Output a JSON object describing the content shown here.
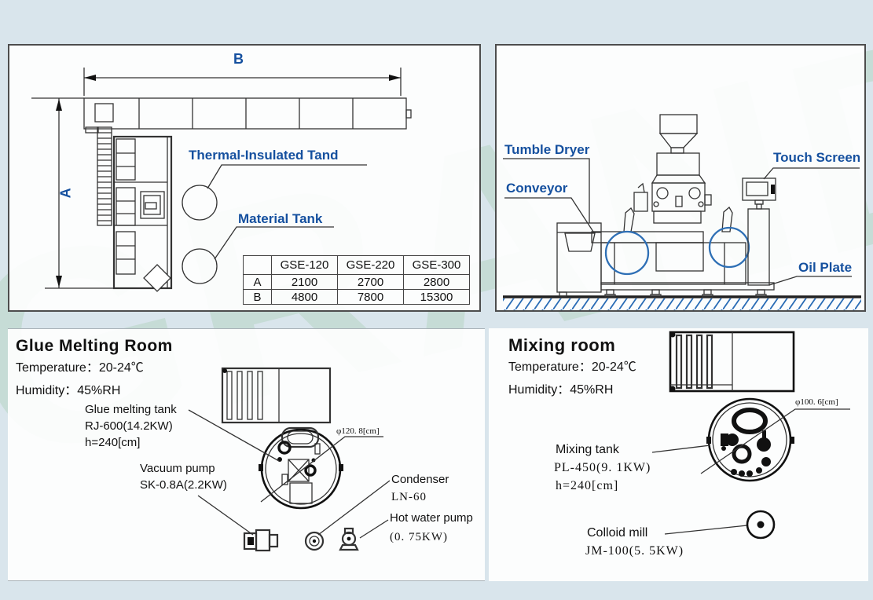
{
  "colors": {
    "bg": "#d9e5ec",
    "panel-border": "#4d4d4d",
    "line": "#333333",
    "accent": "#15509f",
    "hatch": "#2a6cb5",
    "drum": "#2e6fb5",
    "watermark": "#9fcbaa"
  },
  "watermark_text": "GRAND",
  "layout_panel": {
    "dim_a": "A",
    "dim_b": "B",
    "thermal_label": "Thermal-Insulated Tand",
    "material_label": "Material Tank",
    "table": {
      "col_headers": [
        "GSE-120",
        "GSE-220",
        "GSE-300"
      ],
      "rows": [
        {
          "label": "A",
          "values": [
            "2100",
            "2700",
            "2800"
          ]
        },
        {
          "label": "B",
          "values": [
            "4800",
            "7800",
            "15300"
          ]
        }
      ]
    }
  },
  "machine_panel": {
    "tumble_dryer": "Tumble Dryer",
    "conveyor": "Conveyor",
    "touch_screen": "Touch Screen",
    "oil_plate": "Oil Plate"
  },
  "glue_room": {
    "title": "Glue Melting Room",
    "temperature": "Temperature：20-24℃",
    "humidity": "Humidity：45%RH",
    "tank_label": "Glue melting tank",
    "tank_model": "RJ-600(14.2KW)",
    "tank_height": "h=240[cm]",
    "tank_diameter": "φ120. 8[cm]",
    "vacuum_label": "Vacuum pump",
    "vacuum_model": "SK-0.8A(2.2KW)",
    "condenser_label": "Condenser",
    "condenser_model": "LN-60",
    "hot_water_label": "Hot water pump",
    "hot_water_model": "(0. 75KW)"
  },
  "mixing_room": {
    "title": "Mixing room",
    "temperature": "Temperature：20-24℃",
    "humidity": "Humidity：45%RH",
    "tank_label": "Mixing tank",
    "tank_model": "PL-450(9. 1KW)",
    "tank_height": "h=240[cm]",
    "tank_diameter": "φ100. 6[cm]",
    "mill_label": "Colloid mill",
    "mill_model": "JM-100(5. 5KW)"
  }
}
